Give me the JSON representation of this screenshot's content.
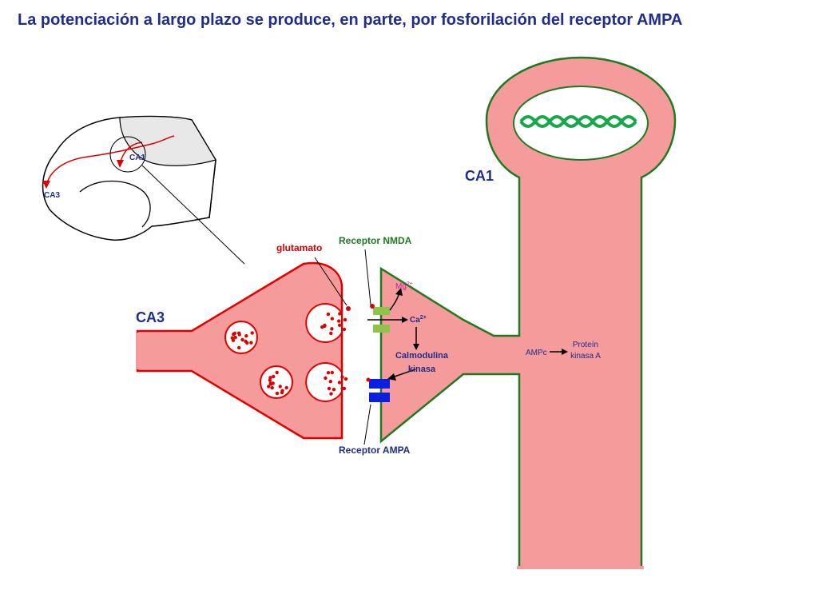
{
  "title": "La potenciación a largo plazo se produce, en parte, por fosforilación del receptor AMPA",
  "labels": {
    "ca1_main": "CA1",
    "ca3_main": "CA3",
    "ca1_brain": "CA1",
    "ca3_brain": "CA3",
    "glutamate": "glutamato",
    "nmda_receptor": "Receptor NMDA",
    "ampa_receptor": "Receptor AMPA",
    "mg": "Mg",
    "mg_sup": "2+",
    "ca": "Ca",
    "ca_sup": "2+",
    "calmodulin_line1": "Calmodulina",
    "calmodulin_line2": "kinasa",
    "camp": "AMPc",
    "pka_line1": "Proteín",
    "pka_line2": "kinasa A"
  },
  "colors": {
    "title": "#1f2d8c",
    "cell_fill": "#f59b9b",
    "postsynaptic_outline": "#1f7a1f",
    "presynaptic_outline": "#e00000",
    "label_blue": "#1f2d8c",
    "label_green": "#1f7a1f",
    "label_red": "#d40000",
    "mg_magenta": "#c21fa8",
    "nmda_green": "#8fc44a",
    "ampa_blue": "#0a1fe0",
    "dna_green": "#17a84a",
    "brain_gray": "#e8e8e8"
  }
}
